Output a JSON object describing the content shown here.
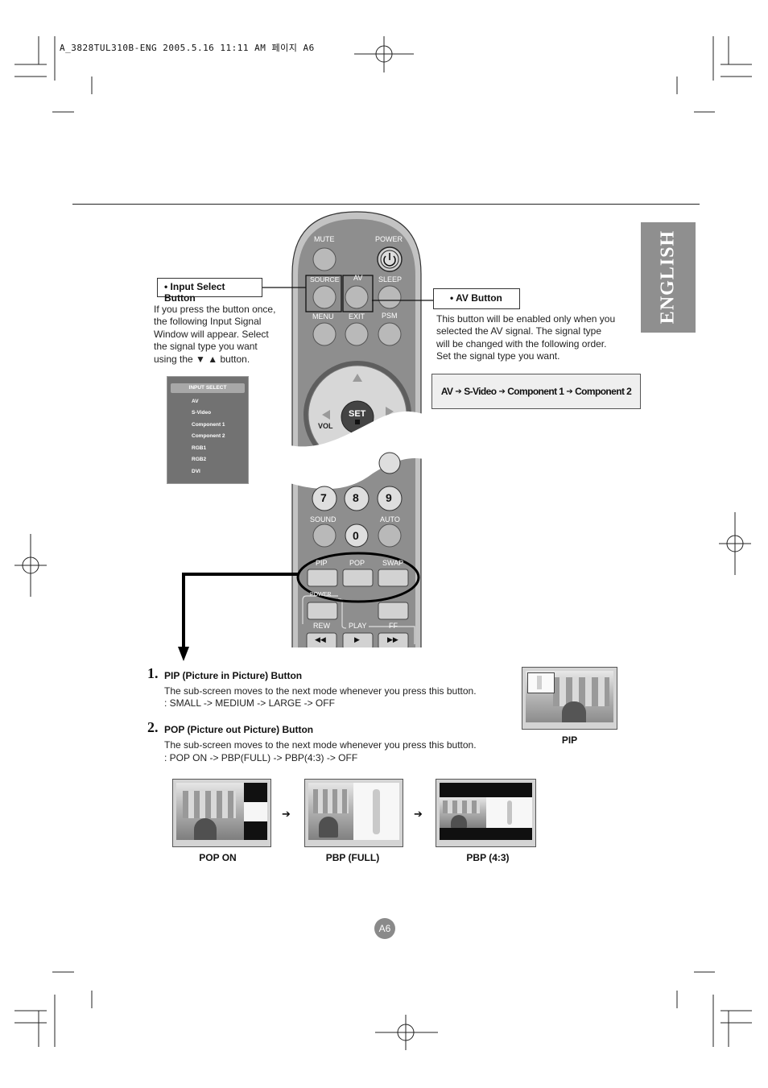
{
  "print_header": {
    "text": "A_3828TUL310B-ENG  2005.5.16 11:11 AM 페이지 A6"
  },
  "side_tab": {
    "label": "ENGLISH"
  },
  "remote": {
    "buttons": {
      "mute": "MUTE",
      "power": "POWER",
      "source": "SOURCE",
      "av": "AV",
      "sleep": "SLEEP",
      "menu": "MENU",
      "exit": "EXIT",
      "psm": "PSM",
      "set": "SET",
      "vol": "VOL",
      "seven": "7",
      "eight": "8",
      "nine": "9",
      "sound": "SOUND",
      "auto": "AUTO",
      "zero": "0",
      "pip": "PIP",
      "pop": "POP",
      "swap": "SWAP",
      "power2": "POWER",
      "rew": "REW",
      "play": "PLAY",
      "ff": "FF",
      "rew_glyph": "◀◀",
      "play_glyph": "▶",
      "ff_glyph": "▶▶"
    }
  },
  "input_select": {
    "label": "• Input Select Button",
    "text": "If you press the button once, the following Input Signal Window will appear. Select the signal type you want using the ▼ ▲ button.",
    "panel_title": "INPUT SELECT",
    "items": [
      "AV",
      "S-Video",
      "Component 1",
      "Component 2",
      "RGB1",
      "RGB2",
      "DVI"
    ]
  },
  "av_button": {
    "label": "• AV Button",
    "text": "This button will be enabled only when you selected the AV signal. The signal type will be changed with the following order. Set the signal type you want.",
    "sequence": [
      "AV",
      "S-Video",
      "Component 1",
      "Component 2"
    ]
  },
  "steps": [
    {
      "num": "1.",
      "title": "PIP (Picture in Picture) Button",
      "line1": "The sub-screen moves to the next mode whenever you press this button.",
      "line2": ": SMALL -> MEDIUM -> LARGE -> OFF"
    },
    {
      "num": "2.",
      "title": "POP (Picture out Picture) Button",
      "line1": "The sub-screen moves to the next mode whenever you press this button.",
      "line2": ": POP ON -> PBP(FULL) -> PBP(4:3) -> OFF"
    }
  ],
  "captions": {
    "pip": "PIP",
    "pop_on": "POP ON",
    "pbp_full": "PBP (FULL)",
    "pbp_43": "PBP (4:3)"
  },
  "page_number": "A6"
}
